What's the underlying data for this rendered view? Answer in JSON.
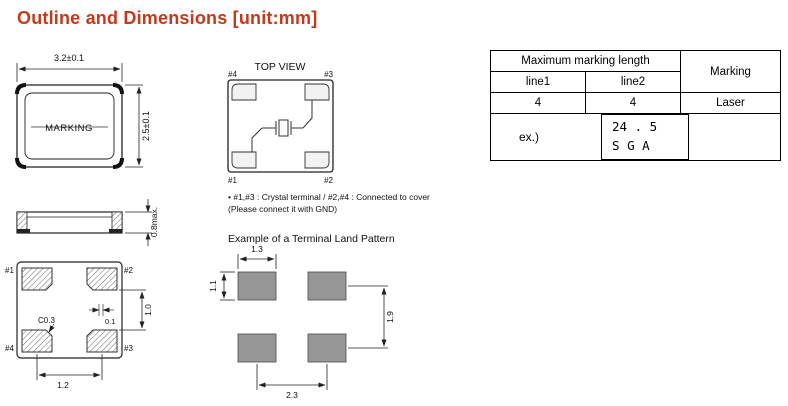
{
  "title": "Outline and Dimensions [unit:mm]",
  "front_view": {
    "marking_label": "MARKING",
    "dim_width": "3.2±0.1",
    "dim_height": "2.5±0.1"
  },
  "top_view": {
    "label": "TOP VIEW",
    "pin_tl": "#4",
    "pin_tr": "#3",
    "pin_bl": "#1",
    "pin_br": "#2"
  },
  "side_view": {
    "dim_height": "0.8max."
  },
  "bottom_view": {
    "pin_tl": "#1",
    "pin_tr": "#2",
    "pin_bl": "#4",
    "pin_br": "#3",
    "dim_chamfer": "C0.3",
    "dim_offset": "0.1",
    "dim_inner_gap": "1.0",
    "dim_pad_span": "1.2"
  },
  "notes": {
    "line1": "• #1,#3 : Crystal terminal / #2,#4 : Connected to cover",
    "line2": "(Please connect it with GND)"
  },
  "land_pattern": {
    "title": "Example of a Terminal Land Pattern",
    "dim_pad_width": "1.3",
    "dim_pad_height": "1.1",
    "dim_row_pitch": "1.9",
    "dim_col_pitch": "2.3"
  },
  "marking_table": {
    "header_length": "Maximum marking length",
    "header_marking": "Marking",
    "col_line1": "line1",
    "col_line2": "line2",
    "val_line1": "4",
    "val_line2": "4",
    "val_marking": "Laser",
    "example_label": "ex.)",
    "example_line1": "24 . 5",
    "example_line2": "S G A"
  },
  "colors": {
    "accent": "#c5391b"
  }
}
